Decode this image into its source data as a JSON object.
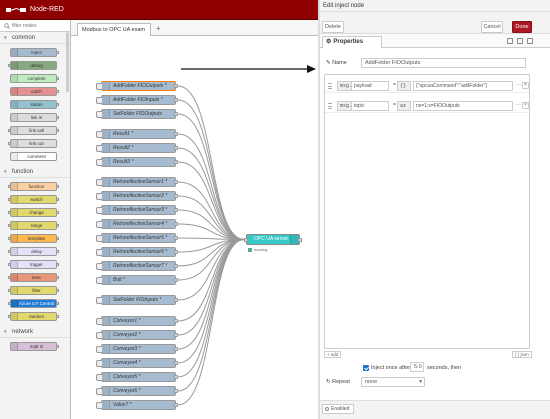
{
  "app": {
    "title": "Node-RED"
  },
  "palette": {
    "search_placeholder": "filter nodes",
    "categories": [
      {
        "name": "common",
        "nodes": [
          {
            "label": "inject",
            "color": "#a6bbcf",
            "in": false,
            "out": true
          },
          {
            "label": "debug",
            "color": "#87a980",
            "in": true,
            "out": false
          },
          {
            "label": "complete",
            "color": "#c0edc0",
            "in": false,
            "out": true
          },
          {
            "label": "catch",
            "color": "#e49191",
            "in": false,
            "out": true
          },
          {
            "label": "status",
            "color": "#94c1d0",
            "in": false,
            "out": true
          },
          {
            "label": "link in",
            "color": "#dddddd",
            "in": false,
            "out": true
          },
          {
            "label": "link call",
            "color": "#dddddd",
            "in": true,
            "out": true
          },
          {
            "label": "link out",
            "color": "#dddddd",
            "in": true,
            "out": false
          },
          {
            "label": "comment",
            "color": "#ffffff",
            "in": false,
            "out": false
          }
        ]
      },
      {
        "name": "function",
        "nodes": [
          {
            "label": "function",
            "color": "#fdd0a2",
            "in": true,
            "out": true
          },
          {
            "label": "switch",
            "color": "#e2d96e",
            "in": true,
            "out": true
          },
          {
            "label": "change",
            "color": "#e2d96e",
            "in": true,
            "out": true
          },
          {
            "label": "range",
            "color": "#e2d96e",
            "in": true,
            "out": true
          },
          {
            "label": "template",
            "color": "#ffb950",
            "in": true,
            "out": true
          },
          {
            "label": "delay",
            "color": "#e6e0f8",
            "in": true,
            "out": true
          },
          {
            "label": "trigger",
            "color": "#e6e0f8",
            "in": true,
            "out": true
          },
          {
            "label": "exec",
            "color": "#e9967a",
            "in": true,
            "out": true
          },
          {
            "label": "filter",
            "color": "#e2d96e",
            "in": true,
            "out": true
          },
          {
            "label": "Azure IoT Central",
            "color": "#1f7bd6",
            "in": true,
            "out": true
          },
          {
            "label": "random",
            "color": "#e2d96e",
            "in": true,
            "out": true
          }
        ]
      },
      {
        "name": "network",
        "nodes": [
          {
            "label": "mqtt in",
            "color": "#d8bfd8",
            "in": false,
            "out": true
          }
        ]
      }
    ]
  },
  "workspace": {
    "tab_label": "Modbus to OPC UA exam",
    "add_tab": "+",
    "nodes": [
      {
        "label": "AddFolder FIOOutputs *"
      },
      {
        "label": "AddFolder FIOInputs *"
      },
      {
        "label": "SetFolder FIOOutputs"
      },
      {
        "label": "Result1 *"
      },
      {
        "label": "Result2 *"
      },
      {
        "label": "Result3 *"
      },
      {
        "label": "RetroreflectiveSensor1 *"
      },
      {
        "label": "RetroreflectiveSensor2 *"
      },
      {
        "label": "RetroreflectiveSensor3 *"
      },
      {
        "label": "RetroreflectiveSensor4 *"
      },
      {
        "label": "RetroreflectiveSensor5 *"
      },
      {
        "label": "RetroreflectiveSensor6 *"
      },
      {
        "label": "RetroreflectiveSensor7 *"
      },
      {
        "label": "Bolt *"
      },
      {
        "label": "SetFolder FIOInputs *"
      },
      {
        "label": "Conveyor1 *"
      },
      {
        "label": "Conveyor2 *"
      },
      {
        "label": "Conveyor3 *"
      },
      {
        "label": "Conveyor4 *"
      },
      {
        "label": "Conveyor5 *"
      },
      {
        "label": "Conveyor6 *"
      },
      {
        "label": "Valve7 *"
      }
    ],
    "opcua_node": {
      "label": "OPC UA server",
      "status": "running",
      "color": "#37c8c8"
    }
  },
  "tray": {
    "title": "Edit inject node",
    "delete_label": "Delete",
    "cancel_label": "Cancel",
    "done_label": "Done",
    "properties_tab": "Properties",
    "name_label": "Name",
    "name_value": "AddFolder FIOOutputs",
    "props": [
      {
        "type": "msg.",
        "key": "payload",
        "vtype": "{}",
        "value": "{\"opcuaCommand\":\"addFolder\"}"
      },
      {
        "type": "msg.",
        "key": "topic",
        "vtype": "az",
        "value": "ns=1;s=FIOOutputs"
      }
    ],
    "add_label": "+ add",
    "json_label": "{ } json",
    "inject_once_label": "Inject once after",
    "inject_delay": "5.0",
    "inject_suffix": "seconds, then",
    "repeat_label": "Repeat",
    "repeat_value": "none",
    "enabled_label": "Enabled"
  },
  "colors": {
    "header": "#8f0000",
    "done": "#ad1625",
    "inject": "#a6bbcf",
    "selected": "#ff7f0e"
  }
}
